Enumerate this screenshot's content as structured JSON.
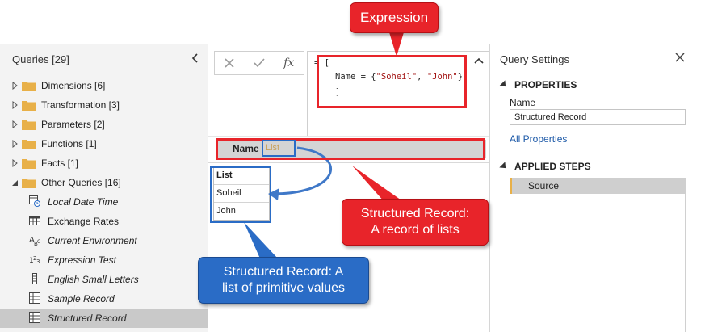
{
  "queries": {
    "header": "Queries [29]",
    "folders": [
      {
        "label": "Dimensions [6]",
        "expanded": false
      },
      {
        "label": "Transformation [3]",
        "expanded": false
      },
      {
        "label": "Parameters [2]",
        "expanded": false
      },
      {
        "label": "Functions [1]",
        "expanded": false
      },
      {
        "label": "Facts [1]",
        "expanded": false
      },
      {
        "label": "Other Queries [16]",
        "expanded": true
      }
    ],
    "items": [
      {
        "label": "Local Date Time",
        "icon": "datetime-icon"
      },
      {
        "label": "Exchange Rates",
        "icon": "table-icon"
      },
      {
        "label": "Current Environment",
        "icon": "text-type-icon"
      },
      {
        "label": "Expression Test",
        "icon": "number-type-icon"
      },
      {
        "label": "English Small Letters",
        "icon": "list-icon"
      },
      {
        "label": "Sample Record",
        "icon": "record-icon"
      },
      {
        "label": "Structured Record",
        "icon": "record-icon",
        "selected": true
      }
    ]
  },
  "formula": {
    "fx_label": "fx",
    "line1": "= [",
    "line2_key": "Name = {",
    "line2_s1": "\"Soheil\"",
    "line2_sep": ", ",
    "line2_s2": "\"John\"",
    "line2_end": "}",
    "line3": "]"
  },
  "grid": {
    "record_name": "Name",
    "record_value": "List",
    "list_header": "List",
    "list_values": [
      "Soheil",
      "John"
    ]
  },
  "settings": {
    "title": "Query Settings",
    "properties_header": "PROPERTIES",
    "name_label": "Name",
    "name_value": "Structured Record",
    "all_properties": "All Properties",
    "applied_steps_header": "APPLIED STEPS",
    "steps": [
      "Source"
    ]
  },
  "annotations": {
    "expression": "Expression",
    "record_of_lists_1": "Structured Record:",
    "record_of_lists_2": "A record of lists",
    "list_primitive_1": "Structured Record: A",
    "list_primitive_2": "list of primitive values"
  },
  "colors": {
    "annotation_red": "#e8242a",
    "annotation_blue": "#2a6cc6",
    "selected_row": "#c9c9c9",
    "step_accent": "#e8b048",
    "folder": "#e8b048"
  }
}
